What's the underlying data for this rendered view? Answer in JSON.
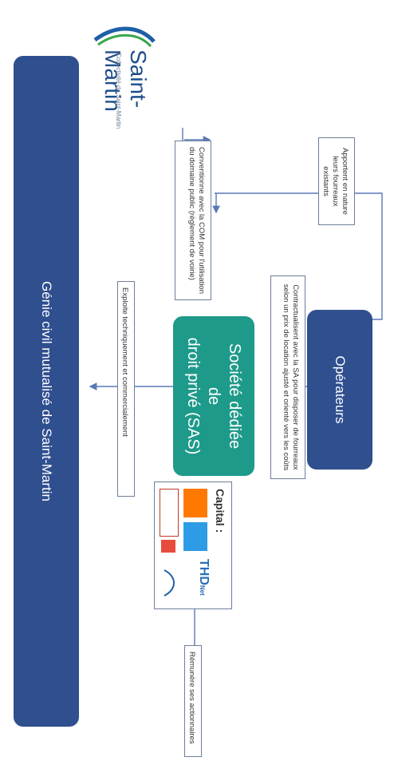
{
  "slide": {
    "bottom_bar": "Génie civil mutualisé de Saint-Martin",
    "operateurs": "Opérateurs",
    "sas_line1": "Société dédiée de",
    "sas_line2": "droit privé (SAS)",
    "note_conventionne": "Conventionne avec la COM pour l'utilisation du domaine public (règlement de voirie)",
    "note_apportent": "Apportent en nature leurs fourreaux existants",
    "note_contractualisent": "Contractualisent avec la SA pour disposer de fourreaux selon un prix de location ajusté et orienté vers les coûts",
    "note_exploite": "Exploite techniquement et commercialement",
    "note_remunere": "Rémunère ses actionnaires",
    "capital_label": "Capital :",
    "logo_sm_title": "Saint-Martin",
    "logo_sm_sub": "Collectivité de Saint-Martin",
    "logo_thd": "THD",
    "logo_thd_suffix": "Net"
  },
  "colors": {
    "navy": "#2f4f8f",
    "teal": "#1e9a8a",
    "orange": "#ff7900",
    "telephonie_blue": "#2e9be6",
    "border": "#6d7f99"
  },
  "icons": [
    "arrow-icon",
    "saint-martin-logo",
    "orange-logo",
    "thd-logo",
    "banque-territoires-logo"
  ]
}
